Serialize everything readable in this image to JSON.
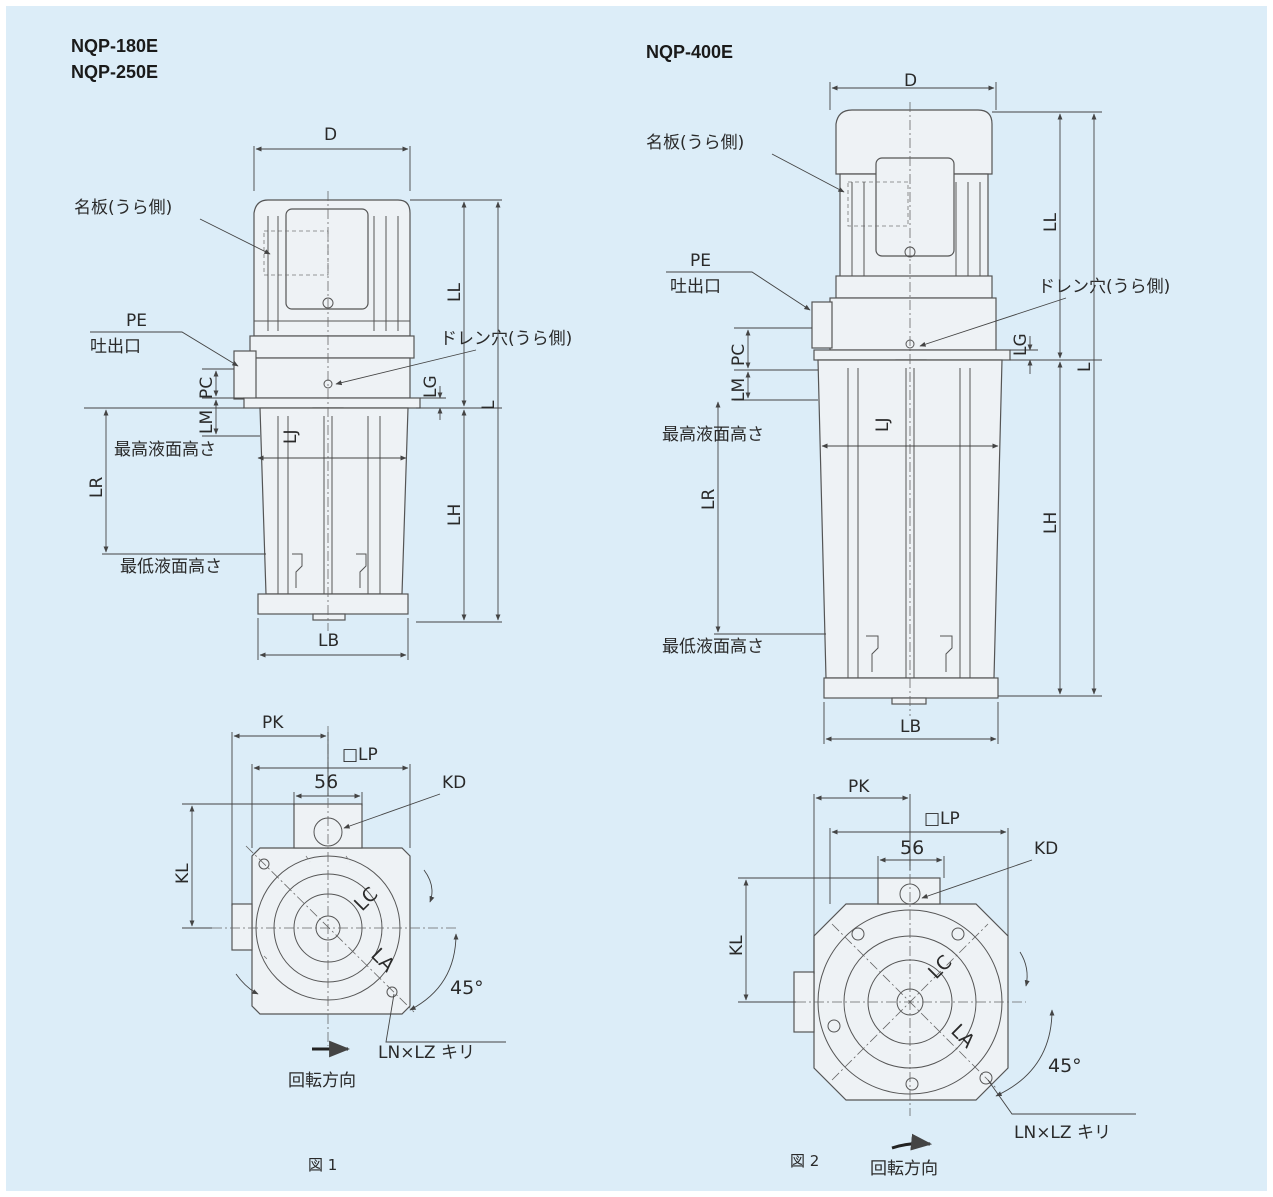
{
  "fig1": {
    "title_1": "NQP-180E",
    "title_2": "NQP-250E",
    "dim_d": "D",
    "nameplate": "名板(うら側)",
    "pe_1": "PE",
    "pe_2": "吐出口",
    "drain": "ドレン穴(うら側)",
    "dim_ll": "LL",
    "dim_pc": "PC",
    "dim_lm": "LM",
    "dim_lg": "LG",
    "dim_l": "L",
    "dim_lr": "LR",
    "max_level": "最高液面高さ",
    "min_level": "最低液面高さ",
    "dim_lj": "LJ",
    "dim_lh": "LH",
    "dim_lb": "LB",
    "dim_pk": "PK",
    "dim_lp": "□LP",
    "dim_56": "56",
    "dim_kd": "KD",
    "dim_kl": "KL",
    "dim_lc": "LC",
    "dim_la": "LA",
    "angle": "45°",
    "holes": "LN×LZ キリ",
    "rotation": "回転方向",
    "caption": "図 1"
  },
  "fig2": {
    "title": "NQP-400E",
    "dim_d": "D",
    "nameplate": "名板(うら側)",
    "pe_1": "PE",
    "pe_2": "吐出口",
    "drain": "ドレン穴(うら側)",
    "dim_ll": "LL",
    "dim_pc": "PC",
    "dim_lm": "LM",
    "dim_lg": "LG",
    "dim_l": "L",
    "dim_lr": "LR",
    "max_level": "最高液面高さ",
    "min_level": "最低液面高さ",
    "dim_lj": "LJ",
    "dim_lh": "LH",
    "dim_lb": "LB",
    "dim_pk": "PK",
    "dim_lp": "□LP",
    "dim_56": "56",
    "dim_kd": "KD",
    "dim_kl": "KL",
    "dim_lc": "LC",
    "dim_la": "LA",
    "angle": "45°",
    "holes": "LN×LZ キリ",
    "rotation": "回転方向",
    "caption": "図 2"
  }
}
